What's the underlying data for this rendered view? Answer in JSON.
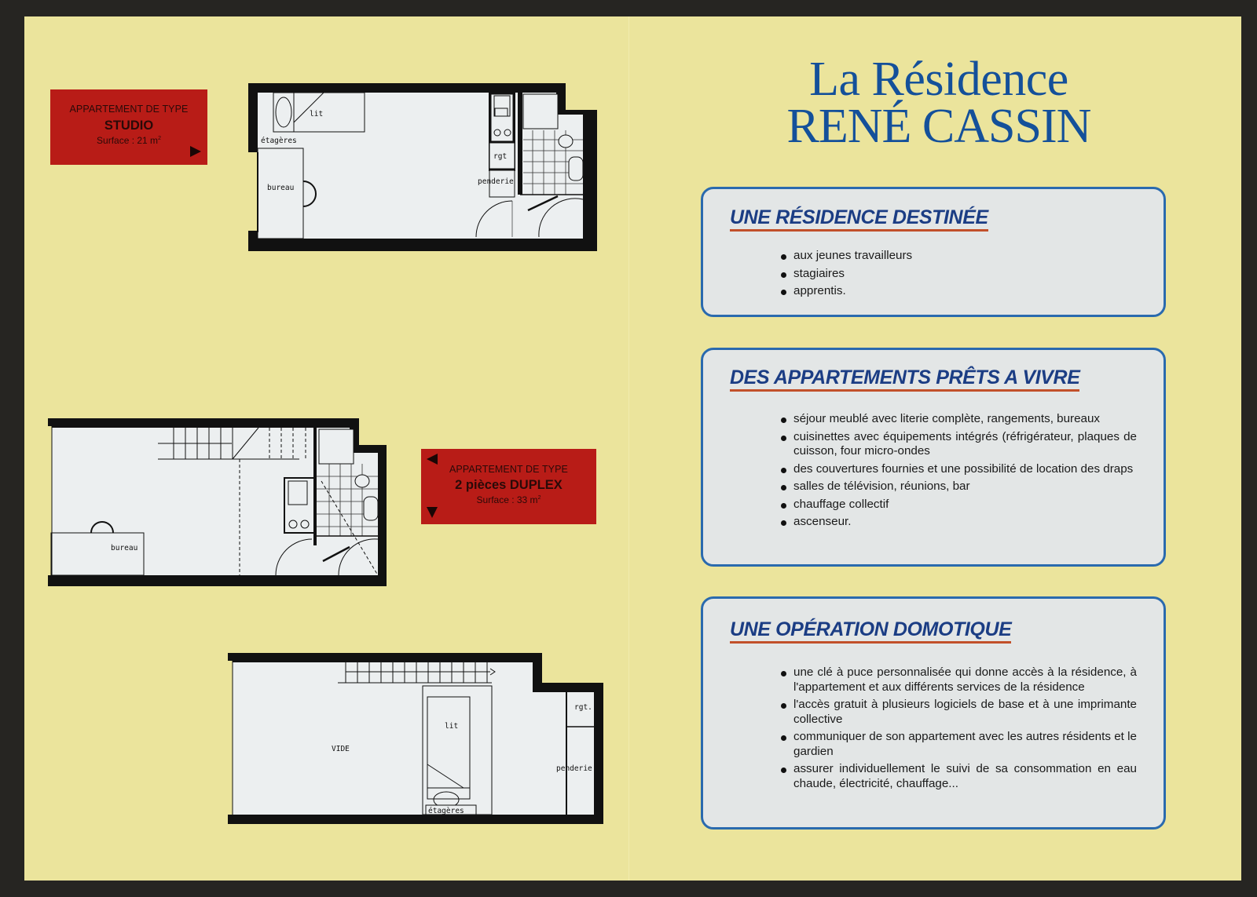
{
  "brochure": {
    "title_line1": "La Résidence",
    "title_line2": "RENÉ CASSIN"
  },
  "colors": {
    "paper": "#ebe49c",
    "title_blue": "#14509a",
    "box_border": "#2a6aae",
    "heading_blue": "#1b3d84",
    "underline_red": "#c2502a",
    "label_red": "#b81c17"
  },
  "labels": {
    "studio": {
      "kicker": "APPARTEMENT DE TYPE",
      "type": "STUDIO",
      "surface": "Surface : 21 m",
      "surface_unit_exp": "2",
      "arrow": "right"
    },
    "duplex": {
      "kicker": "APPARTEMENT DE TYPE",
      "type": "2 pièces DUPLEX",
      "surface": "Surface : 33 m",
      "surface_unit_exp": "2",
      "arrows": [
        "left",
        "down"
      ]
    }
  },
  "plans": {
    "studio": {
      "lit": "lit",
      "etageres": "étagères",
      "bureau": "bureau",
      "rgt": "rgt",
      "penderie": "penderie"
    },
    "duplex_lower": {
      "bureau": "bureau"
    },
    "duplex_upper": {
      "vide": "VIDE",
      "lit": "lit",
      "etageres": "étagères",
      "rgt": "rgt.",
      "penderie": "penderie"
    }
  },
  "sections": [
    {
      "heading": "UNE RÉSIDENCE DESTINÉE",
      "items": [
        "aux jeunes travailleurs",
        "stagiaires",
        "apprentis."
      ]
    },
    {
      "heading": "DES APPARTEMENTS PRÊTS A VIVRE",
      "items": [
        "séjour meublé avec literie complète, rangements, bureaux",
        "cuisinettes avec équipements intégrés (réfrigérateur, plaques de cuisson, four micro-ondes",
        "des couvertures fournies et une possibilité de location des draps",
        "salles de télévision, réunions, bar",
        "chauffage collectif",
        "ascenseur."
      ]
    },
    {
      "heading": "UNE OPÉRATION DOMOTIQUE",
      "items": [
        "une clé à puce personnalisée qui donne accès à la résidence, à l'appartement et aux différents services de la résidence",
        "l'accès gratuit à plusieurs logiciels de base et à une imprimante collective",
        "communiquer de son appartement avec les autres résidents et le gardien",
        "assurer individuellement le suivi de sa consommation en eau chaude, électricité, chauffage..."
      ]
    }
  ]
}
